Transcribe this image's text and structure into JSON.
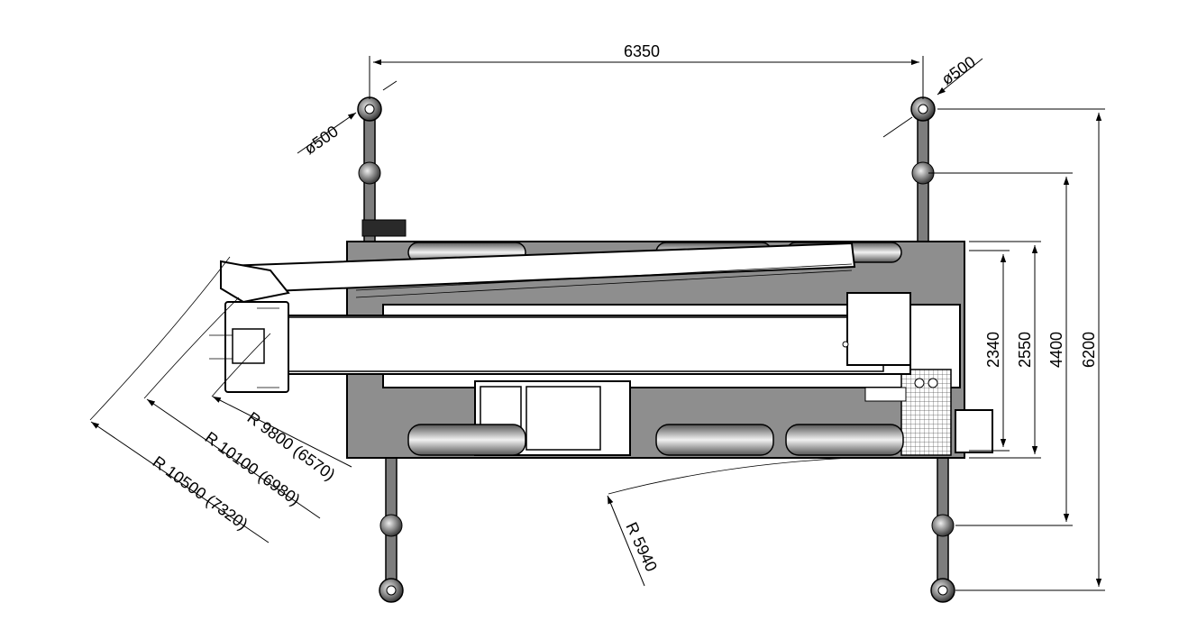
{
  "dimensions": {
    "width_top": "6350",
    "pad_diameter_left": "ø500",
    "pad_diameter_right": "ø500",
    "width_2340": "2340",
    "width_2550": "2550",
    "width_4400": "4400",
    "width_6200": "6200",
    "radius_inner": "R 9800 (6570)",
    "radius_middle": "R 10100 (6980)",
    "radius_outer": "R 10500 (7320)",
    "radius_rear": "R 5940"
  },
  "colors": {
    "body": "#8e8e8e",
    "outrigger": "#7d7d7d",
    "line": "#000000"
  }
}
